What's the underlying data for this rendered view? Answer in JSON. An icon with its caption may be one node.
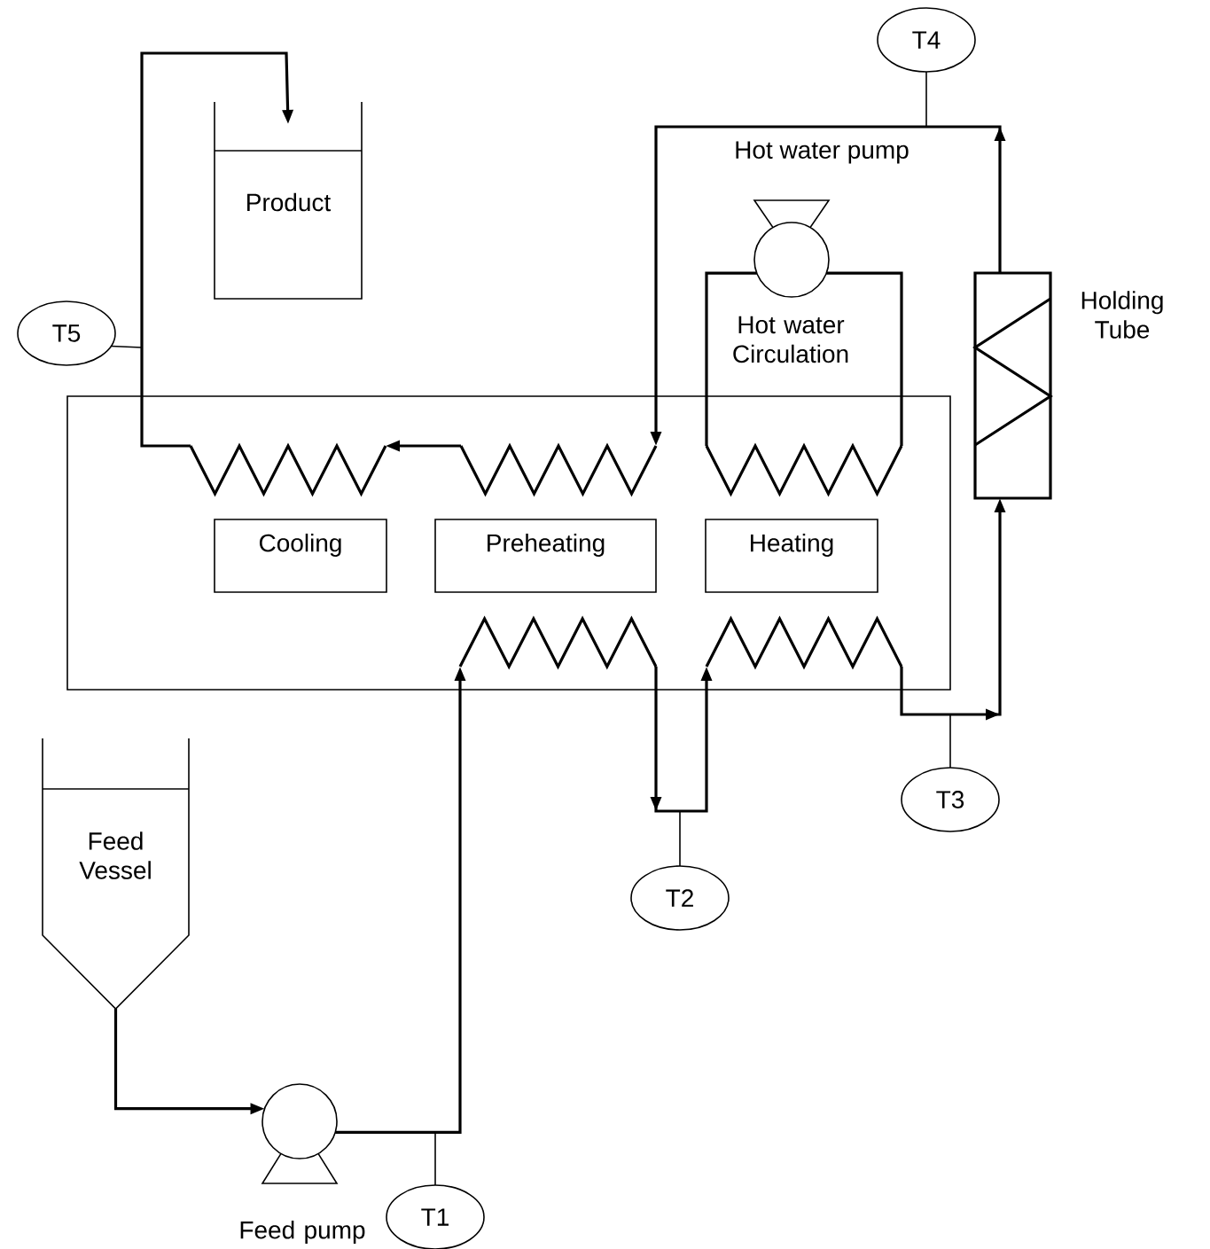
{
  "diagram": {
    "nodes": [
      {
        "text": [],
        "shape": "box"
      },
      {
        "text": [
          "Product"
        ]
      },
      {
        "text": [
          "T5"
        ]
      },
      {
        "text": [
          "T4"
        ]
      },
      {
        "text": [],
        "shape": "circle",
        "beside": [
          "Hot water pump"
        ]
      },
      {
        "text": [],
        "shape": "box",
        "beside": [
          "Holding Tube"
        ]
      },
      {
        "text": [
          "Cooling"
        ],
        "in": 0
      },
      {
        "text": [
          "Preheating"
        ],
        "in": 0
      },
      {
        "text": [
          "Heating"
        ],
        "in": 0
      },
      {
        "text": [],
        "shape": "coil",
        "in": 0
      },
      {
        "text": [],
        "shape": "coil",
        "in": 0
      },
      {
        "text": [],
        "shape": "coil",
        "in": 0
      },
      {
        "text": [],
        "shape": "coil",
        "in": 0
      },
      {
        "text": [],
        "shape": "coil",
        "in": 0
      },
      {
        "text": [
          "Feed Vessel"
        ]
      },
      {
        "text": [],
        "shape": "circle"
      },
      {
        "text": [
          "T1"
        ]
      },
      {
        "text": [
          "T2"
        ]
      },
      {
        "text": [
          "T3"
        ]
      }
    ],
    "edges": [
      {
        "from": 14,
        "to": 15,
        "arrow": "to"
      },
      {
        "from": 15,
        "to": 12,
        "arrow": "to"
      },
      {
        "from": 12,
        "to": 13,
        "arrow": "to"
      },
      {
        "from": 13,
        "to": 5,
        "arrow": "to"
      },
      {
        "from": 5,
        "to": 10,
        "arrow": "to"
      },
      {
        "from": 10,
        "to": 9,
        "arrow": "to"
      },
      {
        "from": 9,
        "to": 1,
        "arrow": "to"
      },
      {
        "from": 4,
        "to": 11,
        "arrow": "none"
      },
      {
        "from": 4,
        "to": 11,
        "arrow": "none"
      },
      {
        "from": 16,
        "to": null,
        "arrow": "none"
      },
      {
        "from": 17,
        "to": null,
        "arrow": "none"
      },
      {
        "from": 18,
        "to": null,
        "arrow": "none"
      },
      {
        "from": 3,
        "to": null,
        "arrow": "none"
      },
      {
        "from": 2,
        "to": null,
        "arrow": "none"
      }
    ],
    "labels": [
      "Hot water Circulation",
      "Feed pump"
    ]
  }
}
